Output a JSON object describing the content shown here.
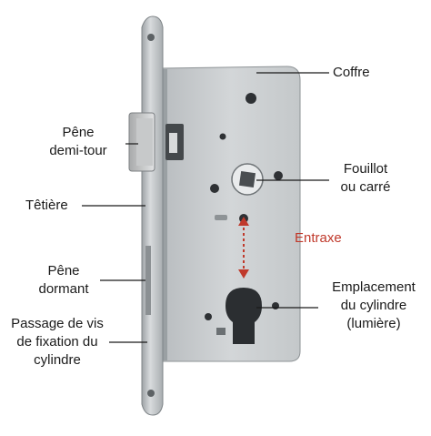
{
  "labels": {
    "coffre": "Coffre",
    "pene_demi_tour_1": "Pêne",
    "pene_demi_tour_2": "demi-tour",
    "fouillot_1": "Fouillot",
    "fouillot_2": "ou carré",
    "tetiere": "Têtière",
    "entraxe": "Entraxe",
    "pene_dormant_1": "Pêne",
    "pene_dormant_2": "dormant",
    "emplacement_1": "Emplacement",
    "emplacement_2": "du cylindre",
    "emplacement_3": "(lumière)",
    "passage_1": "Passage de vis",
    "passage_2": "de fixation du",
    "passage_3": "cylindre"
  },
  "colors": {
    "entraxe_accent": "#c0392b",
    "lock_body": "#c9cdd0",
    "faceplate": "#bfc4c7",
    "label_text": "#1a1a1a"
  }
}
